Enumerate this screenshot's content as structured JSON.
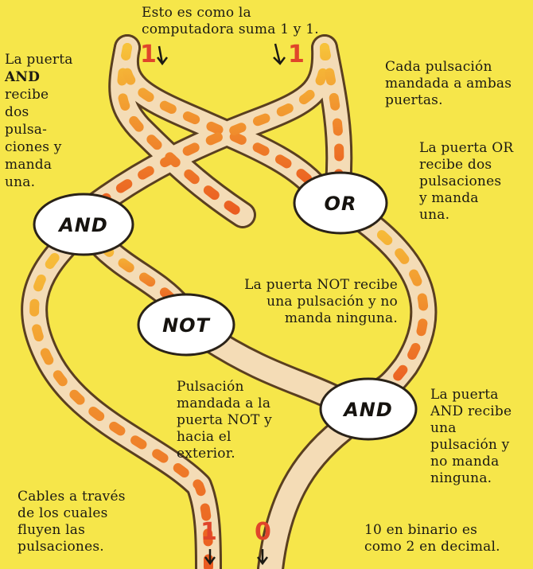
{
  "top_caption": {
    "line1": "Esto es como la",
    "line2": "computadora suma 1 y 1."
  },
  "gates": {
    "and_top": "AND",
    "or": "OR",
    "not": "NOT",
    "and_bottom": "AND"
  },
  "inputs": {
    "left": "1",
    "right": "1"
  },
  "outputs": {
    "left": "1",
    "right": "0"
  },
  "notes": {
    "and_receives": [
      "La puerta",
      "AND",
      "recibe",
      "dos",
      "pulsa-",
      "ciones y",
      "manda",
      "una."
    ],
    "each_pulse": [
      "Cada pulsación",
      "mandada a ambas",
      "puertas."
    ],
    "or_receives": [
      "La puerta OR",
      "recibe dos",
      "pulsaciones",
      "y manda",
      "una."
    ],
    "not_receives": [
      "La puerta NOT recibe",
      "una pulsación y no",
      "manda ninguna."
    ],
    "pulse_sent": [
      "Pulsación",
      "mandada a la",
      "puerta NOT y",
      "hacia el",
      "exterior."
    ],
    "and_bottom_receives": [
      "La puerta",
      "AND recibe",
      "una",
      "pulsación y",
      "no manda",
      "ninguna."
    ],
    "cables": [
      "Cables a través",
      "de los cuales",
      "fluyen las",
      "pulsaciones."
    ],
    "binary": [
      "10 en binario es",
      "como 2 en decimal."
    ]
  },
  "colors": {
    "background": "#f6e64a",
    "wire": "#f4d9b2",
    "pulse": "#ef7a2a",
    "gate": "#ffffff",
    "bit": "#e0452a"
  }
}
